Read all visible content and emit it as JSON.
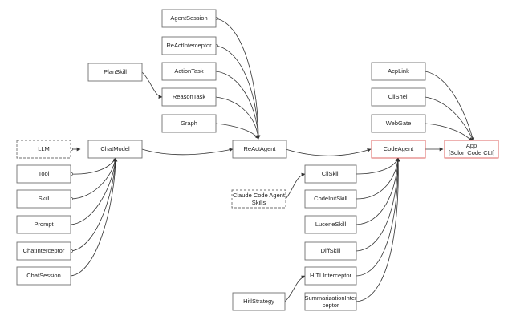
{
  "nodes": {
    "agent_session": {
      "label": "AgentSession"
    },
    "react_interceptor": {
      "label": "ReActInterceptor"
    },
    "action_task": {
      "label": "ActionTask"
    },
    "reason_task": {
      "label": "ReasonTask"
    },
    "graph": {
      "label": "Graph"
    },
    "plan_skill": {
      "label": "PlanSkill"
    },
    "acp_link": {
      "label": "AcpLink"
    },
    "cli_shell": {
      "label": "CliShell"
    },
    "web_gate": {
      "label": "WebGate"
    },
    "app": {
      "line1": "App",
      "line2": "[Solon Code CLI]"
    },
    "llm": {
      "label": "LLM"
    },
    "chat_model": {
      "label": "ChatModel"
    },
    "react_agent": {
      "label": "ReActAgent"
    },
    "code_agent": {
      "label": "CodeAgent"
    },
    "tool": {
      "label": "Tool"
    },
    "skill": {
      "label": "Skill"
    },
    "prompt": {
      "label": "Prompt"
    },
    "chat_interceptor": {
      "label": "ChatInterceptor"
    },
    "chat_session": {
      "label": "ChatSession"
    },
    "cli_skill": {
      "label": "CliSkill"
    },
    "claude_code_skills": {
      "line1": "Claude Code Agent",
      "line2": "Skills"
    },
    "code_init_skill": {
      "label": "CodeInitSkill"
    },
    "lucene_skill": {
      "label": "LuceneSkill"
    },
    "diff_skill": {
      "label": "DiffSkill"
    },
    "hitl_interceptor": {
      "label": "HITLInterceptor"
    },
    "hitl_strategy": {
      "label": "HitlStrategy"
    },
    "summarization_interceptor": {
      "line1": "SummarizationInter",
      "line2": "ceptor"
    }
  }
}
